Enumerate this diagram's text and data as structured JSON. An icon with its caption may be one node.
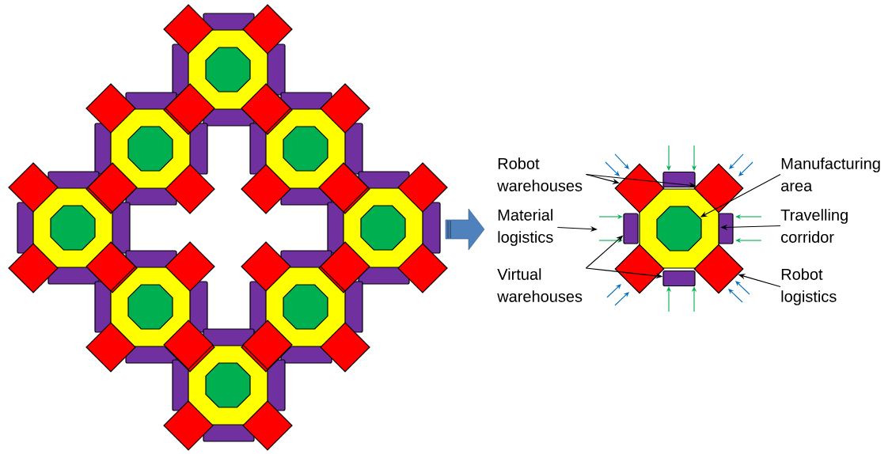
{
  "diagram": {
    "nodes": [
      {
        "text": [
          "Robot warehouses"
        ]
      },
      {
        "text": [],
        "shape": "diamond"
      },
      {
        "text": [],
        "shape": "box"
      },
      {
        "text": [],
        "shape": "diamond"
      },
      {
        "text": [
          "Manufacturing area"
        ]
      },
      {
        "text": [
          "Material logistics"
        ]
      },
      {
        "text": [],
        "shape": "box"
      },
      {
        "text": [],
        "shape": "octagon"
      },
      {
        "text": [],
        "shape": "octagon",
        "in": 7
      },
      {
        "text": [],
        "shape": "box"
      },
      {
        "text": [
          "Travelling corridor"
        ]
      },
      {
        "text": [
          "Virtual warehouses"
        ]
      },
      {
        "text": [],
        "shape": "diamond"
      },
      {
        "text": [],
        "shape": "box"
      },
      {
        "text": [],
        "shape": "diamond"
      },
      {
        "text": [
          "Robot logistics"
        ]
      }
    ],
    "edges": [
      {
        "from": 0,
        "to": 1,
        "arrow": "to"
      },
      {
        "from": 0,
        "to": 3,
        "arrow": "to"
      },
      {
        "from": 4,
        "to": 8,
        "arrow": "to"
      },
      {
        "from": 5,
        "to": null,
        "arrow": "to"
      },
      {
        "from": 10,
        "to": 7,
        "arrow": "to"
      },
      {
        "from": 11,
        "to": 6,
        "arrow": "to"
      },
      {
        "from": 11,
        "to": 13,
        "arrow": "to"
      },
      {
        "from": 15,
        "to": 14,
        "arrow": "to"
      }
    ]
  }
}
